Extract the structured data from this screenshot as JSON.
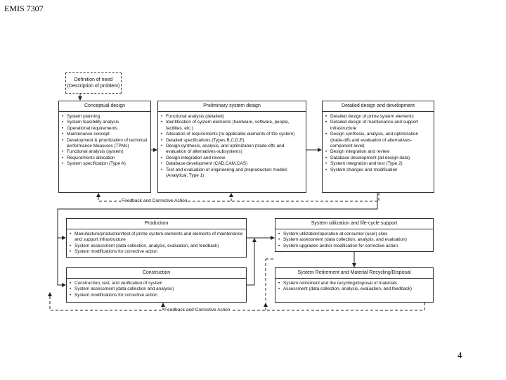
{
  "header": {
    "course": "EMIS 7307"
  },
  "footer": {
    "page": "4"
  },
  "need": {
    "line1": "Definition of need",
    "line2": "(Description of problem)"
  },
  "boxes": {
    "conceptual": {
      "title": "Conceptual design",
      "items": [
        "System planning",
        "System feasibility analysis",
        "Operational requirements",
        "Maintenance concept",
        "Development & prioritization of technical performance Measures (TPMs)",
        "Functional analysis (system)",
        "Requirements allocation",
        "System specification (Type A)"
      ]
    },
    "preliminary": {
      "title": "Preliminary system design",
      "items": [
        "Functional analysis (detailed)",
        "Identification of system elements (hardware, software, people, facilities, etc.)",
        "Allocation of requirements (to applicable elements of the system)",
        "Detailed specifications (Types B,C,D,E)",
        "Design synthesis, analysis, and optimization (trade-offs and evaluation of alternatives-subsystems)",
        "Design integration and review",
        "Database development (CAD,CAM,CAS)",
        "Test and evaluation of engineering and preproduction models (Analytical, Type 1)"
      ]
    },
    "detailed": {
      "title": "Detailed design and development",
      "items": [
        "Detailed design of prime system elements",
        "Detailed design of maintenance and support infrastructure",
        "Design synthesis, analysis, and optimization (trade-offs and evaluation of alternatives-component level)",
        "Design integration and review",
        "Database development (all design data)",
        "System integration and test (Type 2)",
        "System changes and modification"
      ]
    },
    "production": {
      "title": "Production",
      "items": [
        "Manufacture/production/test of prime system elements and elements of maintenance and support infrastructure",
        "System assessment (data collection, analysis, evaluation, and feedback)",
        "System modifications for corrective action"
      ]
    },
    "construction": {
      "title": "Construction",
      "items": [
        "Construction, test, and verification of system",
        "System assessment (data collection and analysis)",
        "System modifications for corrective action"
      ]
    },
    "utilization": {
      "title": "System utilization and life-cycle support",
      "items": [
        "System utilization/operation at consumer (user) sites",
        "System assessment (data collection, analysis, and evaluation)",
        "System upgrades and/or modification for corrective action"
      ]
    },
    "retirement": {
      "title": "System Retirement and Material Recycling/Disposal",
      "items": [
        "System retirement and the recycling/disposal of materials",
        "Assessment (data collection, analysis, evaluation, and feedback)"
      ]
    }
  },
  "feedback": {
    "top": "Feedback and Corrective Action",
    "bottom": "Feedback and Corrective Action"
  }
}
